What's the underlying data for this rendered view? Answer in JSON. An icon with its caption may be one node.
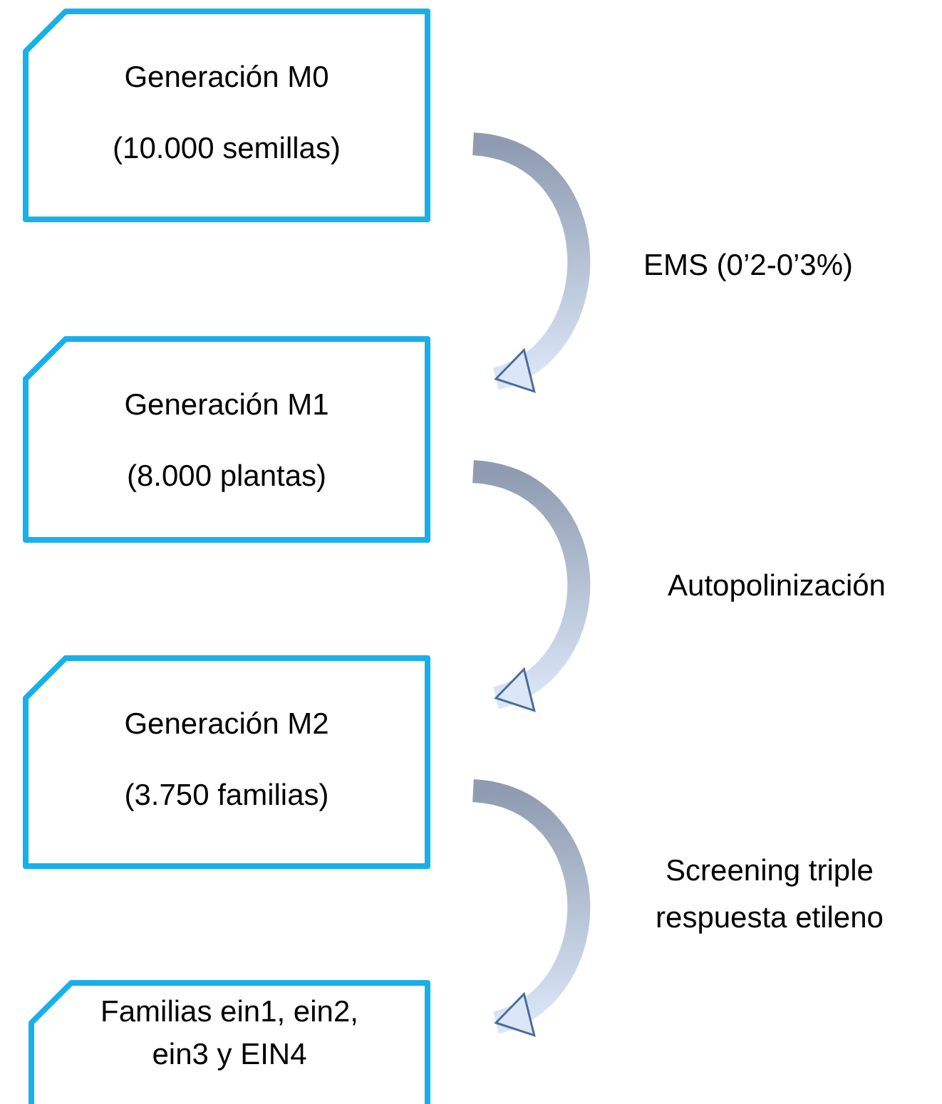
{
  "diagram": {
    "nodes": [
      {
        "text": [
          "Generación M0",
          "(10.000 semillas)"
        ]
      },
      {
        "text": [
          "Generación M1",
          "(8.000 plantas)"
        ]
      },
      {
        "text": [
          "Generación M2",
          "(3.750 familias)"
        ]
      },
      {
        "text": [
          "Familias ein1, ein2, ein3 y EIN4"
        ]
      }
    ],
    "edges": [
      {
        "from": 0,
        "to": 1,
        "arrow": "to",
        "label": "EMS (0’2-0’3%)"
      },
      {
        "from": 1,
        "to": 2,
        "arrow": "to",
        "label": "Autopolinización"
      },
      {
        "from": 2,
        "to": 3,
        "arrow": "to",
        "label": "Screening triple respuesta etileno"
      }
    ]
  }
}
